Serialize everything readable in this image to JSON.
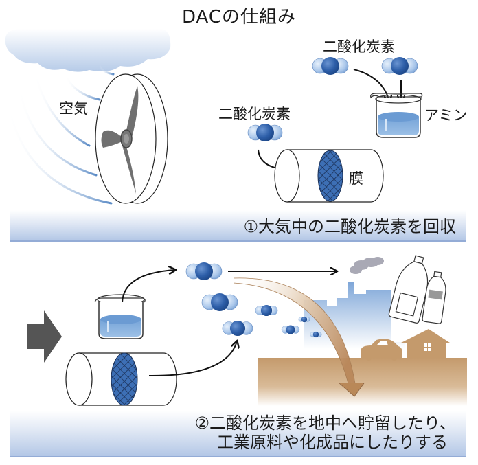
{
  "title": "DACの仕組み",
  "section1": {
    "labels": {
      "air": "空気",
      "co2_membrane": "二酸化炭素",
      "co2_amine": "二酸化炭素",
      "amine": "アミン",
      "membrane": "膜"
    },
    "banner": "①大気中の二酸化炭素を回収"
  },
  "section2": {
    "banner_lines": [
      "②二酸化炭素を地中へ貯留したり、",
      "工業原料や化成品にしたりする"
    ]
  },
  "colors": {
    "molecule_dark": "#2d5ea8",
    "molecule_light": "#a9c6ea",
    "air_line": "#5b8bc6",
    "cloud": "#c4d4ec",
    "soil": "#c49a6c",
    "city": "#7ea6d8",
    "smoke": "#a9a9b5",
    "banner": "#b3c7e6",
    "fan_blade": "#707070",
    "arrow_big": "#555555"
  }
}
